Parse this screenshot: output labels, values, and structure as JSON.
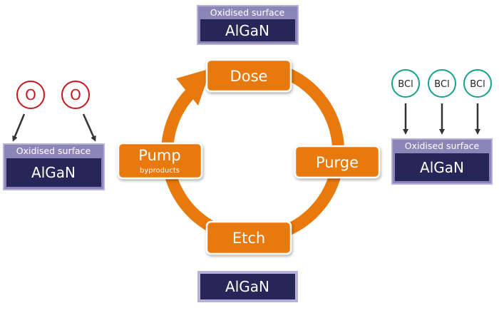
{
  "colors": {
    "cycle": "#e8790c",
    "substrate": "#262659",
    "oxide": "#8c86b8",
    "oxygen": "#c8161d",
    "bcl": "#17a08c"
  },
  "top_stack": {
    "oxide_label": "Oxidised surface",
    "substrate_label": "AlGaN"
  },
  "left_stack": {
    "oxide_label": "Oxidised surface",
    "substrate_label": "AlGaN"
  },
  "right_stack": {
    "oxide_label": "Oxidised surface",
    "substrate_label": "AlGaN"
  },
  "bottom_stack": {
    "substrate_label": "AlGaN"
  },
  "steps": {
    "dose": "Dose",
    "purge": "Purge",
    "etch": "Etch",
    "pump": "Pump",
    "pump_sub": "byproducts"
  },
  "oxygen_label": "O",
  "bcl_label": "BCl"
}
